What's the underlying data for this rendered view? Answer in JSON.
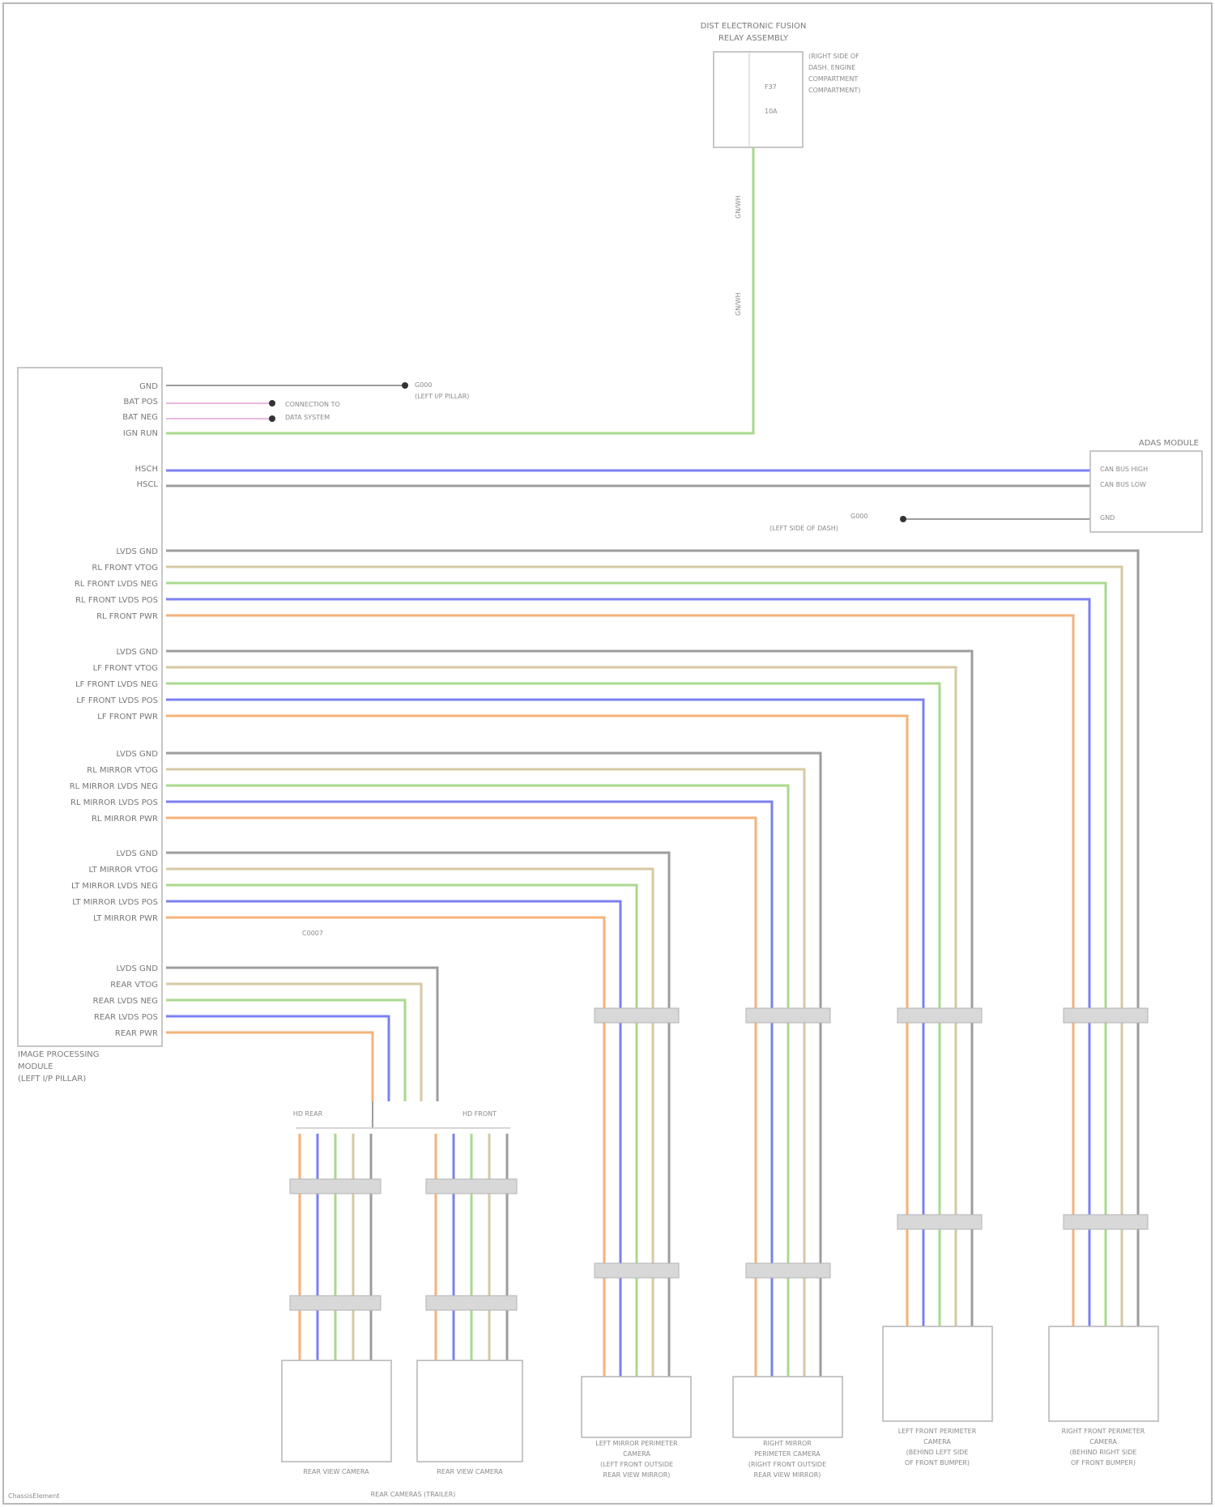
{
  "colors": {
    "gray": "#9d9d9d",
    "tan": "#d6c9a3",
    "green": "#a9d98e",
    "blue": "#7b80f0",
    "orange": "#f5b27a",
    "pink": "#e9b8df",
    "frame": "#b8b8b8"
  },
  "top_module": {
    "title_line1": "DIST ELECTRONIC FUSION",
    "title_line2": "RELAY ASSEMBLY",
    "side_line1": "(RIGHT SIDE OF",
    "side_line2": "DASH, ENGINE",
    "side_line3": "COMPARTMENT",
    "side_line4": "COMPARTMENT)",
    "fuse_label": "F37",
    "fuse_amp": "10A"
  },
  "vertical_feed_labels": [
    "GN/WH",
    "GN/WH"
  ],
  "left_module": {
    "name_line1": "IMAGE PROCESSING",
    "name_line2": "MODULE",
    "name_line3": "(LEFT I/P PILLAR)"
  },
  "power_pins": [
    "GND",
    "BAT POS",
    "BAT NEG",
    "IGN RUN"
  ],
  "ground_label": "G000",
  "ground_location": "(LEFT I/P PILLAR)",
  "splice_labels": [
    "CONNECTION TO",
    "DATA SYSTEM"
  ],
  "bus_pins": [
    "HSCH",
    "HSCL"
  ],
  "right_module": {
    "title": "ADAS MODULE",
    "pin_labels": [
      "CAN BUS HIGH",
      "CAN BUS LOW",
      "GND"
    ],
    "ground_label": "G000",
    "ground_location": "(LEFT SIDE OF DASH)"
  },
  "camera_groups": [
    {
      "pins": [
        "LVDS GND",
        "RL FRONT VTOG",
        "RL FRONT LVDS NEG",
        "RL FRONT LVDS POS",
        "RL FRONT PWR"
      ]
    },
    {
      "pins": [
        "LVDS GND",
        "LF FRONT VTOG",
        "LF FRONT LVDS NEG",
        "LF FRONT LVDS POS",
        "LF FRONT PWR"
      ]
    },
    {
      "pins": [
        "LVDS GND",
        "RL MIRROR VTOG",
        "RL MIRROR LVDS NEG",
        "RL MIRROR LVDS POS",
        "RL MIRROR PWR"
      ]
    },
    {
      "pins": [
        "LVDS GND",
        "LT MIRROR VTOG",
        "LT MIRROR LVDS NEG",
        "LT MIRROR LVDS POS",
        "LT MIRROR PWR"
      ]
    },
    {
      "pins": [
        "LVDS GND",
        "REAR VTOG",
        "REAR LVDS NEG",
        "REAR LVDS POS",
        "REAR PWR"
      ]
    }
  ],
  "rear_split_labels": [
    "HD REAR",
    "HD FRONT"
  ],
  "inline_label": "C0007",
  "bottom_cameras": [
    {
      "line1": "REAR VIEW CAMERA",
      "line2": "",
      "line3": "",
      "line4": ""
    },
    {
      "line1": "REAR VIEW CAMERA",
      "line2": "",
      "line3": "",
      "line4": ""
    },
    {
      "line1": "LEFT MIRROR PERIMETER",
      "line2": "CAMERA",
      "line3": "(LEFT FRONT OUTSIDE",
      "line4": "REAR VIEW MIRROR)"
    },
    {
      "line1": "RIGHT MIRROR",
      "line2": "PERIMETER CAMERA",
      "line3": "(RIGHT FRONT OUTSIDE",
      "line4": "REAR VIEW MIRROR)"
    },
    {
      "line1": "LEFT FRONT PERIMETER",
      "line2": "CAMERA",
      "line3": "(BEHIND LEFT SIDE",
      "line4": "OF FRONT BUMPER)"
    },
    {
      "line1": "RIGHT FRONT PERIMETER",
      "line2": "CAMERA",
      "line3": "(BEHIND RIGHT SIDE",
      "line4": "OF FRONT BUMPER)"
    }
  ],
  "rear_pair_caption": "REAR CAMERAS (TRAILER)",
  "footer": "ChassisElement"
}
